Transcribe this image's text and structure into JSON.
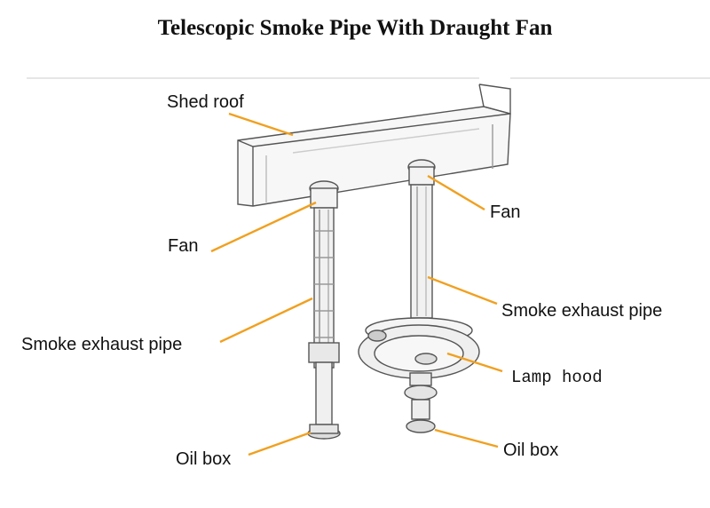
{
  "title": "Telescopic Smoke Pipe With Draught Fan",
  "labels": {
    "shed_roof": "Shed roof",
    "fan_left": "Fan",
    "fan_right": "Fan",
    "smoke_pipe_left": "Smoke exhaust pipe",
    "smoke_pipe_right": "Smoke exhaust pipe",
    "lamp_hood": "Lamp  hood",
    "oil_box_left": "Oil box",
    "oil_box_right": "Oil box"
  },
  "colors": {
    "leader_line": "#f0a020",
    "sketch": "#555555"
  }
}
